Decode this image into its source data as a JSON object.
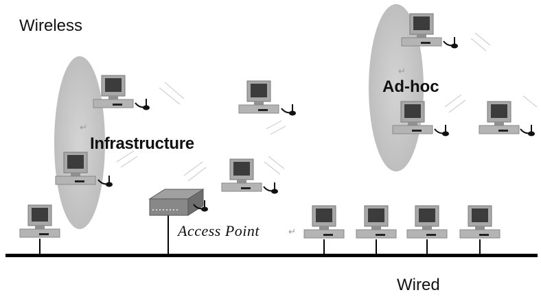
{
  "labels": {
    "wireless": "Wireless",
    "wired": "Wired",
    "infrastructure": "Infrastructure",
    "adhoc": "Ad-hoc",
    "access_point": "Access Point"
  },
  "colors": {
    "bus": "#000000",
    "cloud": "#c8c8c8",
    "monitor": "#a8a8a8",
    "screen": "#3c3c3c",
    "router": "#8c8c8c"
  }
}
